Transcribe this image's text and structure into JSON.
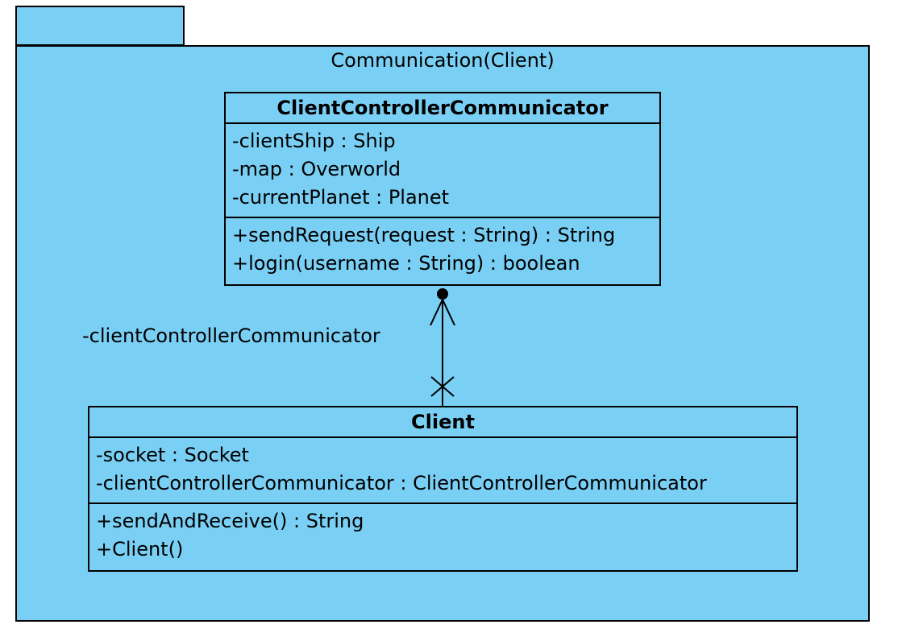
{
  "package": {
    "name": "Communication(Client)"
  },
  "classes": [
    {
      "name": "ClientControllerCommunicator",
      "attributes": [
        "-clientShip : Ship",
        "-map : Overworld",
        "-currentPlanet : Planet"
      ],
      "operations": [
        "+sendRequest(request : String) : String",
        "+login(username : String) : boolean"
      ]
    },
    {
      "name": "Client",
      "attributes": [
        "-socket : Socket",
        "-clientControllerCommunicator : ClientControllerCommunicator"
      ],
      "operations": [
        "+sendAndReceive() : String",
        "+Client()"
      ]
    }
  ],
  "association": {
    "role": "-clientControllerCommunicator"
  },
  "colors": {
    "fill": "#7acff4",
    "line": "#000000"
  }
}
